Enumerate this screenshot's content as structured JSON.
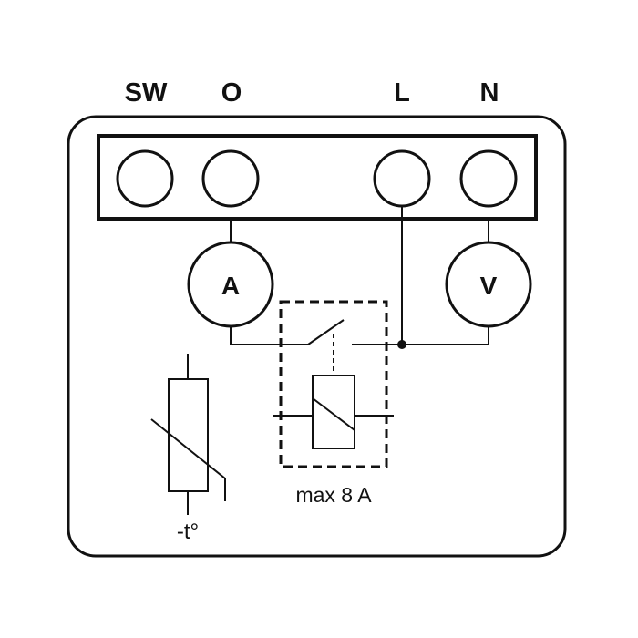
{
  "terminals": [
    {
      "id": "sw",
      "label": "SW"
    },
    {
      "id": "o",
      "label": "O"
    },
    {
      "id": "l",
      "label": "L"
    },
    {
      "id": "n",
      "label": "N"
    }
  ],
  "meters": {
    "ammeter": "A",
    "voltmeter": "V"
  },
  "relay_rating": "max 8 A",
  "thermistor_label": "-t°"
}
